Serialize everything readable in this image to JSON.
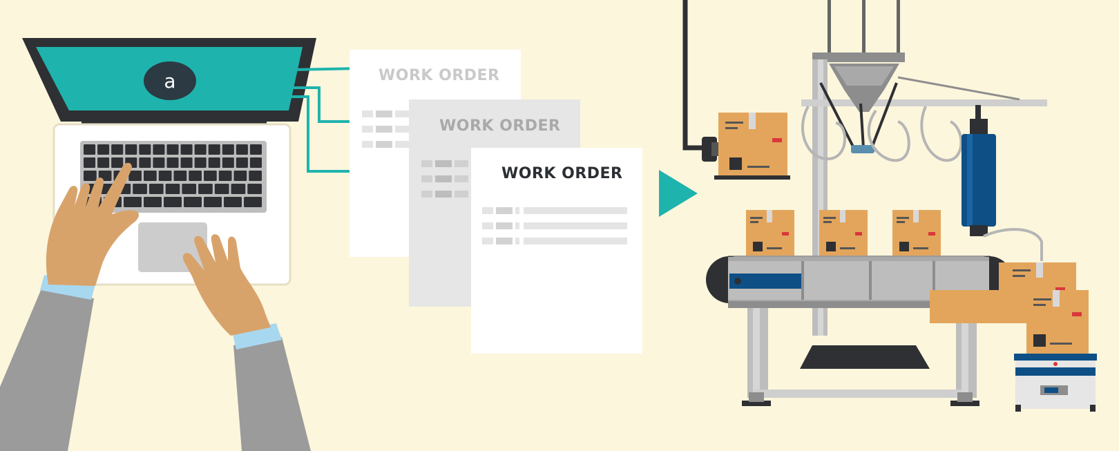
{
  "laptop": {
    "logo_letter": "a",
    "screen_color": "#1fb3ad"
  },
  "work_orders": [
    {
      "title": "WORK ORDER",
      "color": "#c9c9c9"
    },
    {
      "title": "WORK ORDER",
      "color": "#a9a9a9"
    },
    {
      "title": "WORK ORDER",
      "color": "#2b2f33"
    }
  ],
  "colors": {
    "background": "#fcf6dc",
    "accent": "#1fb3ad",
    "box": "#e3a55c",
    "machine_gray": "#b5b5b5",
    "machine_blue": "#0e4f86",
    "suit": "#9b9b9b",
    "skin": "#d8a36b",
    "cuff": "#a8d8f0"
  },
  "icons": [
    "hand-left-icon",
    "hand-right-icon",
    "play-arrow-icon",
    "robot-arm-icon",
    "conveyor-icon",
    "box-icon"
  ]
}
